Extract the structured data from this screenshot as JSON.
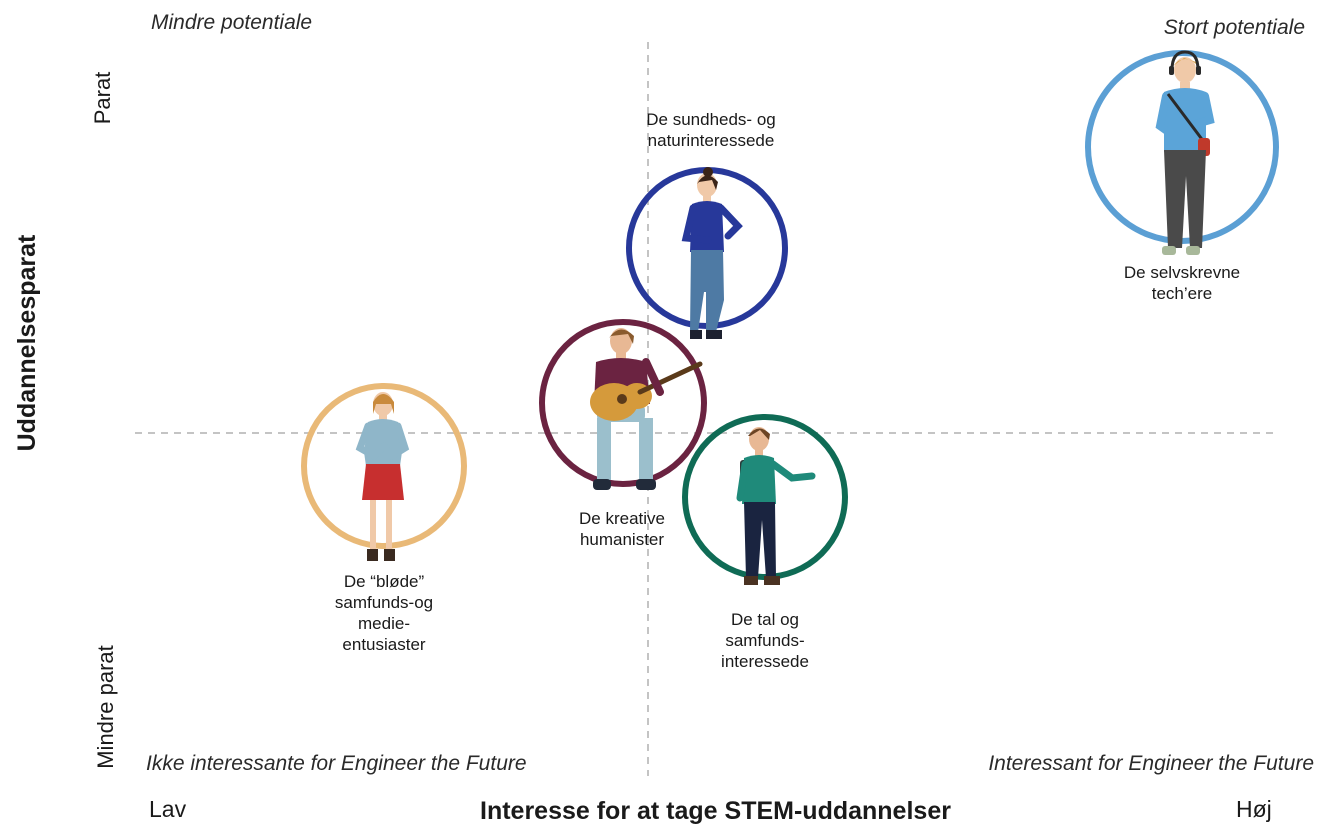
{
  "corners": {
    "top_left": "Mindre potentiale",
    "top_right": "Stort potentiale",
    "bottom_left": "Ikke interessante for Engineer the Future",
    "bottom_right": "Interessant for Engineer the Future"
  },
  "y_axis": {
    "title": "Uddannelsesparat",
    "high": "Parat",
    "low": "Mindre parat"
  },
  "x_axis": {
    "title": "Interesse for at tage STEM-uddannelser",
    "low": "Lav",
    "high": "Høj"
  },
  "segments": [
    {
      "id": "blode",
      "color": "#e9b977",
      "lines": [
        "De “bløde”",
        "samfunds-og",
        "medie-",
        "entusiaster"
      ]
    },
    {
      "id": "kreative",
      "color": "#6b2341",
      "lines": [
        "De kreative",
        "humanister"
      ]
    },
    {
      "id": "sundheds",
      "color": "#27389a",
      "lines": [
        "De sundheds- og",
        "naturinteressede"
      ]
    },
    {
      "id": "tal",
      "color": "#0f6b55",
      "lines": [
        "De tal og",
        "samfunds-",
        "interessede"
      ]
    },
    {
      "id": "tech",
      "color": "#5b9fd4",
      "lines": [
        "De selvskrevne",
        "tech’ere"
      ]
    }
  ]
}
